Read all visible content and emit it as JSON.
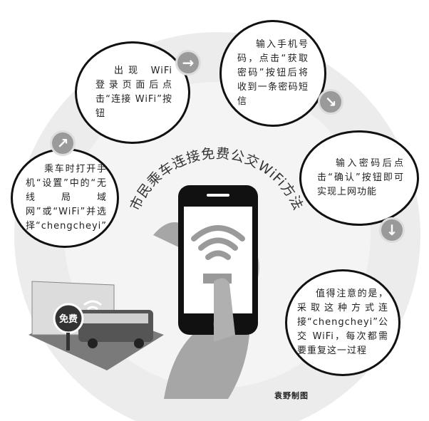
{
  "title": "市民乘车连接免费公交WiFi方法",
  "steps": [
    {
      "text": "乘车时打开手机“设置”中的“无线局域网”或“WiFi”并选择“chengcheyi”"
    },
    {
      "text": "出现 WiFi 登录页面后点击“连接 WiFi”按钮"
    },
    {
      "text": "输入手机号码，点击“获取密码”按钮后将收到一条密码短信"
    },
    {
      "text": "输入密码后点击“确认”按钮即可实现上网功能"
    },
    {
      "text": "值得注意的是，采取这种方式连接“chengcheyi”公交 WiFi，每次都需要重复这一过程"
    }
  ],
  "scene": {
    "sign_label": "免费"
  },
  "credit": "袁野制图",
  "icons": {
    "arrow": "arrow-circle-icon",
    "phone": "smartphone-icon",
    "wifi": "wifi-icon",
    "bus": "bus-icon"
  },
  "colors": {
    "background_disc": "#e8e8e8",
    "hand": "#a6a6a6",
    "outline": "#111111"
  }
}
